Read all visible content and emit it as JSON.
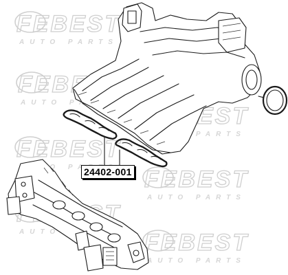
{
  "watermark": {
    "brand": "FEBEST",
    "tagline": "AUTO PARTS"
  },
  "part": {
    "number": "24402-001"
  },
  "colors": {
    "line": "#1a1a1a",
    "watermark": "#cfcfcf",
    "background": "#ffffff"
  }
}
